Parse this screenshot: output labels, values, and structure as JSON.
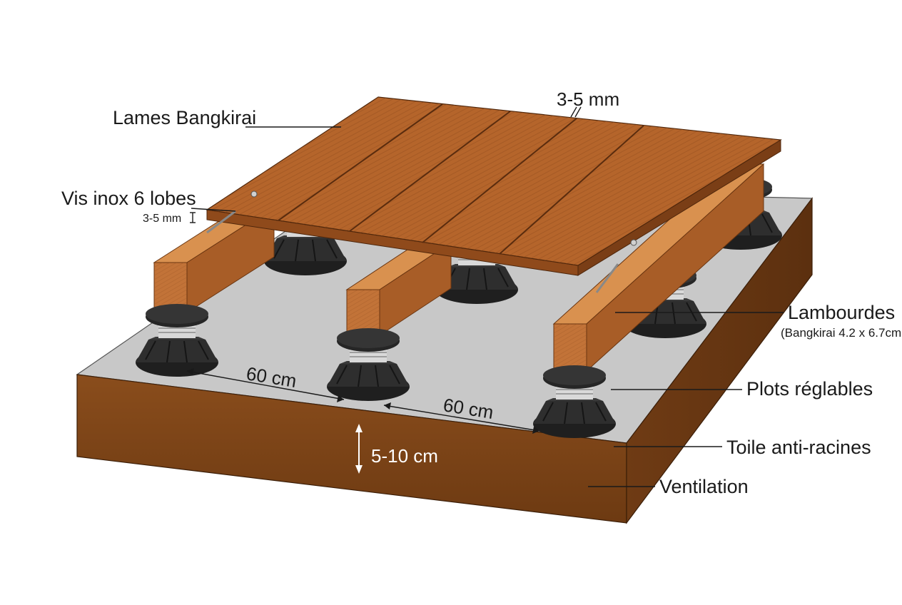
{
  "labels": {
    "lames": "Lames Bangkirai",
    "gap_top": "3-5 mm",
    "vis": "Vis inox 6 lobes",
    "gap_side": "3-5 mm",
    "lambourdes": "Lambourdes",
    "lambourdes_spec": "(Bangkirai 4.2 x 6.7cm",
    "plots": "Plots réglables",
    "toile": "Toile anti-racines",
    "ventilation": "Ventilation",
    "spacing_1": "60 cm",
    "spacing_2": "60 cm",
    "height": "5-10 cm"
  },
  "colors": {
    "deck_wood": "#b5652b",
    "joist_wood": "#c27338",
    "soil": "#7a4418",
    "gravel": "#c9c9c9",
    "pedestal": "#2b2b2b"
  }
}
